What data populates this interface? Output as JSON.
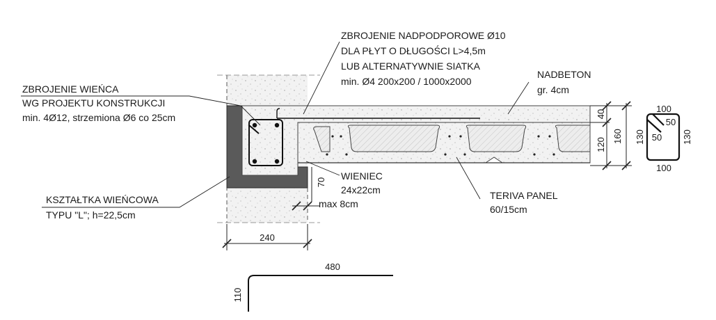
{
  "labels": {
    "reinf_over_support": [
      "ZBROJENIE NADPODPOROWE Ø10",
      "DLA PŁYT O DŁUGOŚCI L>4,5m",
      "LUB ALTERNATYWNIE SIATKA",
      "min. Ø4 200x200 / 1000x2000"
    ],
    "topping": [
      "NADBETON",
      "gr. 4cm"
    ],
    "ring_beam_reinf": [
      "ZBROJENIE WIEŃCA",
      "WG PROJEKTU KONSTRUKCJI",
      "min. 4Ø12, strzemiona Ø6 co 25cm"
    ],
    "ring_beam": [
      "WIENIEC",
      "24x22cm"
    ],
    "max_gap": "max 8cm",
    "formwork": [
      "KSZTAŁTKA WIEŃCOWA",
      "TYPU \"L\"; h=22,5cm"
    ],
    "panel": [
      "TERIVA PANEL",
      "60/15cm"
    ]
  },
  "dimensions": {
    "wall_width": "240",
    "gap_height": "70",
    "right_40": "40",
    "right_120": "120",
    "right_160": "160",
    "stirrup_top": "100",
    "stirrup_bottom": "100",
    "stirrup_left": "130",
    "stirrup_right": "130",
    "stirrup_hook_a": "50",
    "stirrup_hook_b": "50",
    "bar_length": "480",
    "bar_hook": "110"
  }
}
